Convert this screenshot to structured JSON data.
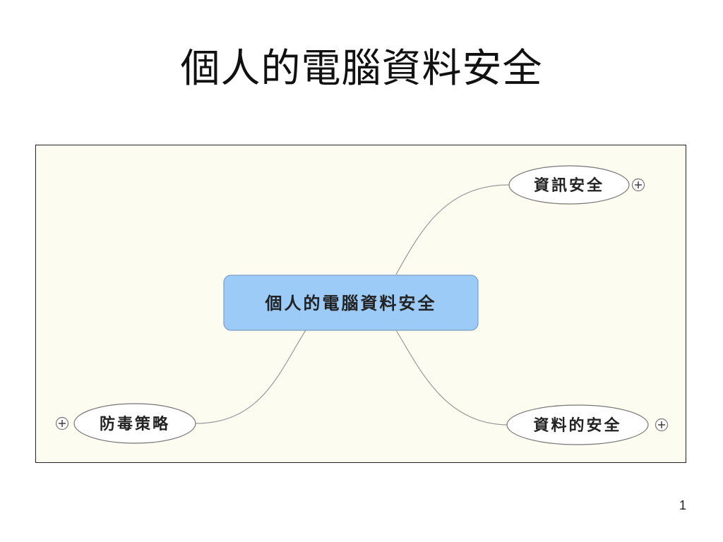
{
  "slide": {
    "title": "個人的電腦資料安全",
    "page_number": "1"
  },
  "mindmap": {
    "colors": {
      "background": "#fcfcf1",
      "central_fill": "#9ccbf8",
      "central_border": "#7d9fc4",
      "branch_fill": "#ffffff",
      "branch_border": "#777777",
      "connector": "#9a9a9a"
    },
    "central": {
      "label": "個人的電腦資料安全"
    },
    "branches": [
      {
        "label": "資訊安全",
        "expand_icon": "plus-circle-icon"
      },
      {
        "label": "資料的安全",
        "expand_icon": "plus-circle-icon"
      },
      {
        "label": "防毒策略",
        "expand_icon": "plus-circle-icon"
      }
    ]
  }
}
